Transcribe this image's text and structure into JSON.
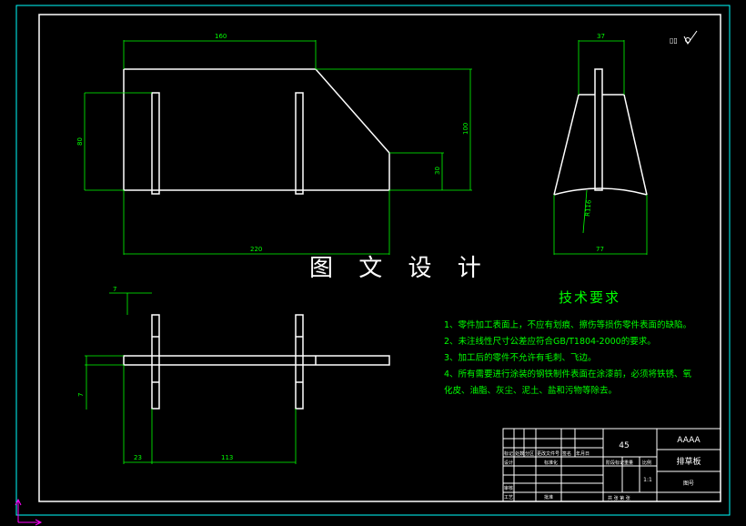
{
  "watermark": "图 文 设 计",
  "tech": {
    "title": "技术要求",
    "items": [
      "1、零件加工表面上，不应有划痕、擦伤等损伤零件表面的缺陷。",
      "2、未注线性尺寸公差应符合GB/T1804-2000的要求。",
      "3、加工后的零件不允许有毛刺、飞边。",
      "4、所有需要进行涂装的钢铁制件表面在涂漆前，必须将铁锈、氧",
      "化皮、油脂、灰尘、泥土、盐和污物等除去。"
    ]
  },
  "dims": {
    "d160": "160",
    "d80": "80",
    "d100": "100",
    "d30": "30",
    "d220": "220",
    "d37": "37",
    "d77": "77",
    "d7a": "7",
    "d7b": "7",
    "d23": "23",
    "d113": "113",
    "r": "R116"
  },
  "titleblock": {
    "material": "45",
    "company": "AAAA",
    "part_name": "排草板",
    "drawing_no_label": "图号",
    "scale": "1:1",
    "labels": [
      "标记",
      "处数",
      "分区",
      "更改文件号",
      "签名",
      "年月日",
      "设计",
      "标准化",
      "阶段标记",
      "重量",
      "比例",
      "审核",
      "工艺",
      "批准",
      "共 张 第 张"
    ]
  },
  "colors": {
    "background": "#000000",
    "geometry": "#ffffff",
    "dimension": "#00ff00",
    "border": "#00ffff",
    "ucs": "#ff00ff"
  }
}
